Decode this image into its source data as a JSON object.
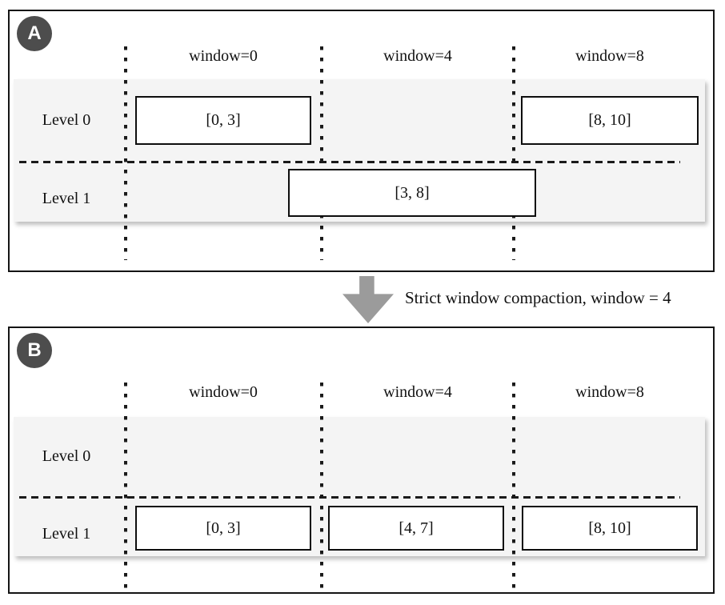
{
  "panel_a": {
    "badge": "A",
    "columns": [
      "window=0",
      "window=4",
      "window=8"
    ],
    "levels": [
      "Level 0",
      "Level 1"
    ],
    "sstables": {
      "level0_box1": "[0, 3]",
      "level0_box2": "[8, 10]",
      "level1_box1": "[3, 8]"
    }
  },
  "transition": {
    "caption": "Strict window compaction, window = 4",
    "arrow_icon": "down-arrow"
  },
  "panel_b": {
    "badge": "B",
    "columns": [
      "window=0",
      "window=4",
      "window=8"
    ],
    "levels": [
      "Level 0",
      "Level 1"
    ],
    "sstables": {
      "level1_box1": "[0, 3]",
      "level1_box2": "[4, 7]",
      "level1_box3": "[8, 10]"
    }
  },
  "colors": {
    "badge_background": "#4d4d4d",
    "row_band_background": "#f4f4f4",
    "arrow": "#9b9b9b",
    "line": "#1a1a1a"
  }
}
